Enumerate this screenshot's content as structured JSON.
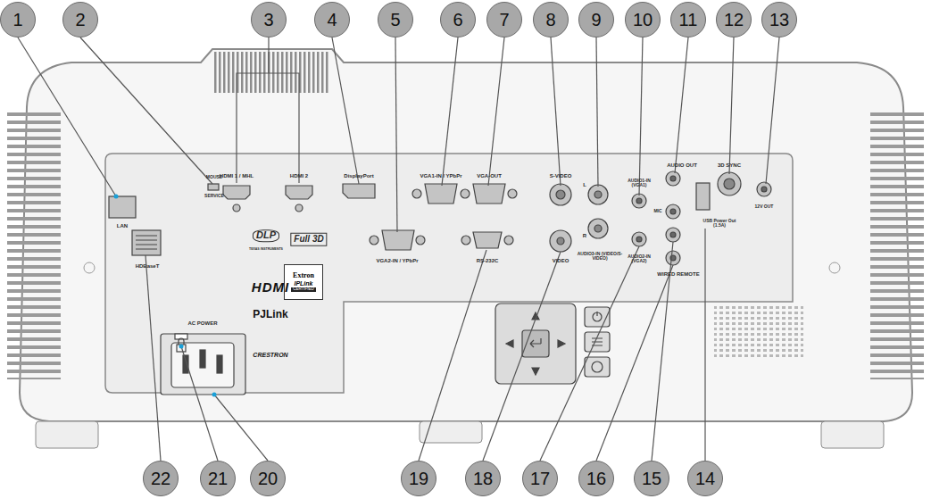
{
  "diagram": {
    "nodes": [
      {
        "text": [
          "1"
        ]
      },
      {
        "text": [
          "2"
        ]
      },
      {
        "text": [
          "3"
        ]
      },
      {
        "text": [
          "4"
        ]
      },
      {
        "text": [
          "5"
        ]
      },
      {
        "text": [
          "6"
        ]
      },
      {
        "text": [
          "7"
        ]
      },
      {
        "text": [
          "8"
        ]
      },
      {
        "text": [
          "9"
        ]
      },
      {
        "text": [
          "10"
        ]
      },
      {
        "text": [
          "11"
        ]
      },
      {
        "text": [
          "12"
        ]
      },
      {
        "text": [
          "13"
        ]
      },
      {
        "text": [
          "14"
        ]
      },
      {
        "text": [
          "15"
        ]
      },
      {
        "text": [
          "16"
        ]
      },
      {
        "text": [
          "17"
        ]
      },
      {
        "text": [
          "18"
        ]
      },
      {
        "text": [
          "19"
        ]
      },
      {
        "text": [
          "20"
        ]
      },
      {
        "text": [
          "21"
        ]
      },
      {
        "text": [
          "22"
        ]
      },
      {
        "text": [
          "Extron",
          "IPLink",
          "CERTIFIED"
        ]
      }
    ],
    "labels": [
      "LAN",
      "MOUSE",
      "SERVICE",
      "HDMI 1 / MHL",
      "HDMI 2",
      "DisplayPort",
      "VGA1-IN / YPbPr",
      "VGA-OUT",
      "S-VIDEO",
      "L",
      "R",
      "AUDIO3-IN (VIDEO/S-VIDEO)",
      "AUDIO1-IN (VGA1)",
      "AUDIO OUT",
      "3D SYNC",
      "12V OUT",
      "MIC",
      "USB Power Out (1.5A)",
      "AUDIO2-IN (VGA2)",
      "WIRED REMOTE",
      "VIDEO",
      "RS-232C",
      "VGA2-IN / YPbPr",
      "HDBaseT",
      "AC POWER",
      "DLP",
      "TEXAS INSTRUMENTS",
      "Full 3D",
      "HDMI",
      "PJLink",
      "CRESTRON"
    ]
  }
}
